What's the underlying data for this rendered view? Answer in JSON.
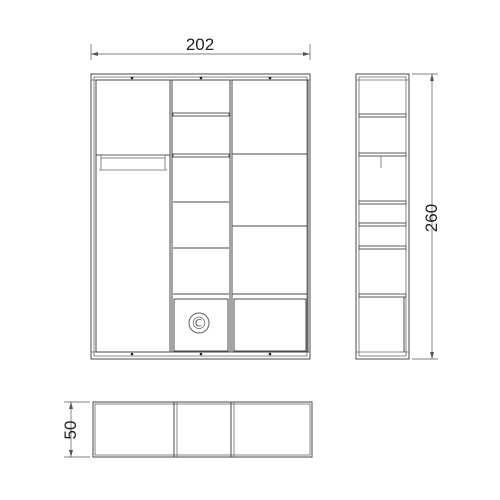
{
  "dimensions": {
    "width": "202",
    "height": "260",
    "depth": "50"
  },
  "symbols": {
    "copyright": "©"
  },
  "icons": {
    "hanging_rail": "hanging-rail-icon",
    "copyright_mark": "copyright-icon"
  }
}
